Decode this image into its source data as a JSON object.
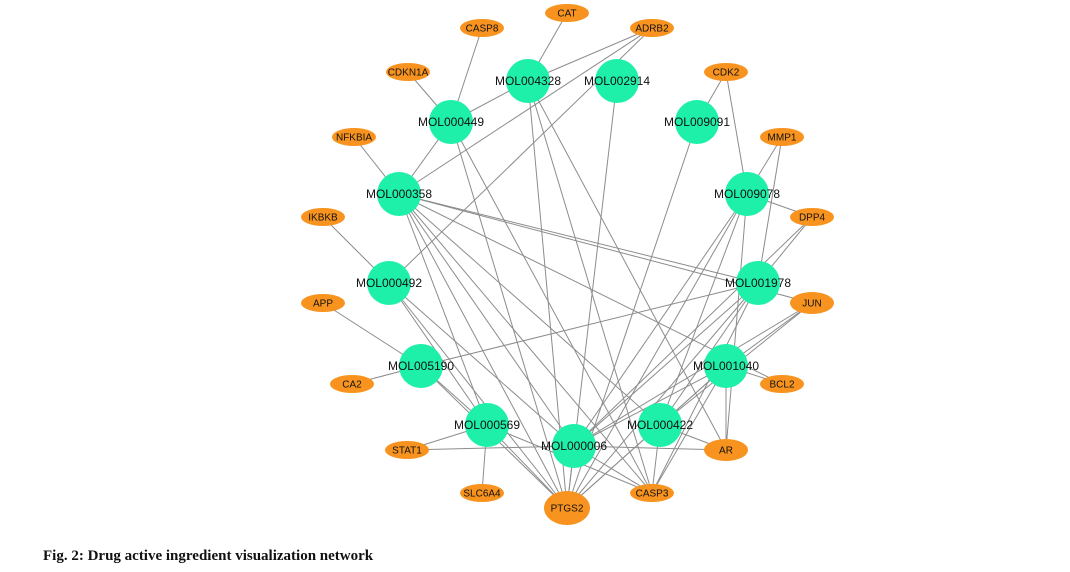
{
  "caption": "Fig. 2: Drug active ingredient visualization network",
  "colors": {
    "ingredient_node": "#1ef0aa",
    "target_node": "#f7931e",
    "edge": "#8c8c8c",
    "label": "#111111"
  },
  "ingredients": [
    "MOL004328",
    "MOL002914",
    "MOL000449",
    "MOL009091",
    "MOL000358",
    "MOL009078",
    "MOL000492",
    "MOL001978",
    "MOL005190",
    "MOL001040",
    "MOL000569",
    "MOL000422",
    "MOL000006"
  ],
  "targets": [
    "CAT",
    "CASP8",
    "ADRB2",
    "CDKN1A",
    "CDK2",
    "NFKBIA",
    "MMP1",
    "IKBKB",
    "DPP4",
    "APP",
    "JUN",
    "CA2",
    "BCL2",
    "STAT1",
    "AR",
    "SLC6A4",
    "CASP3",
    "PTGS2"
  ],
  "edges": [
    [
      "MOL004328",
      "CAT"
    ],
    [
      "MOL004328",
      "ADRB2"
    ],
    [
      "MOL004328",
      "PTGS2"
    ],
    [
      "MOL004328",
      "AR"
    ],
    [
      "MOL004328",
      "CASP3"
    ],
    [
      "MOL004328",
      "MOL000449"
    ],
    [
      "MOL000449",
      "CASP8"
    ],
    [
      "MOL000449",
      "CDKN1A"
    ],
    [
      "MOL000449",
      "PTGS2"
    ],
    [
      "MOL000449",
      "CASP3"
    ],
    [
      "MOL000449",
      "MOL000358"
    ],
    [
      "MOL002914",
      "PTGS2"
    ],
    [
      "MOL009091",
      "CDK2"
    ],
    [
      "MOL009091",
      "PTGS2"
    ],
    [
      "MOL000358",
      "NFKBIA"
    ],
    [
      "MOL000358",
      "ADRB2"
    ],
    [
      "MOL000358",
      "PTGS2"
    ],
    [
      "MOL000358",
      "MOL001978"
    ],
    [
      "MOL000358",
      "JUN"
    ],
    [
      "MOL000358",
      "BCL2"
    ],
    [
      "MOL000358",
      "CASP3"
    ],
    [
      "MOL000358",
      "MOL000422"
    ],
    [
      "MOL000358",
      "MOL000569"
    ],
    [
      "MOL000358",
      "MOL000006"
    ],
    [
      "MOL009078",
      "CDK2"
    ],
    [
      "MOL009078",
      "MMP1"
    ],
    [
      "MOL009078",
      "DPP4"
    ],
    [
      "MOL009078",
      "PTGS2"
    ],
    [
      "MOL009078",
      "AR"
    ],
    [
      "MOL009078",
      "MOL000422"
    ],
    [
      "MOL009078",
      "MOL000006"
    ],
    [
      "MOL000492",
      "IKBKB"
    ],
    [
      "MOL000492",
      "PTGS2"
    ],
    [
      "MOL000492",
      "MOL000569"
    ],
    [
      "MOL000492",
      "MOL000006"
    ],
    [
      "MOL000492",
      "ADRB2"
    ],
    [
      "MOL001978",
      "MMP1"
    ],
    [
      "MOL001978",
      "DPP4"
    ],
    [
      "MOL001978",
      "PTGS2"
    ],
    [
      "MOL001978",
      "MOL005190"
    ],
    [
      "MOL001978",
      "CASP3"
    ],
    [
      "MOL001978",
      "MOL000006"
    ],
    [
      "MOL001978",
      "MOL000422"
    ],
    [
      "MOL005190",
      "APP"
    ],
    [
      "MOL005190",
      "CA2"
    ],
    [
      "MOL005190",
      "PTGS2"
    ],
    [
      "MOL005190",
      "MOL000569"
    ],
    [
      "MOL001040",
      "JUN"
    ],
    [
      "MOL001040",
      "BCL2"
    ],
    [
      "MOL001040",
      "PTGS2"
    ],
    [
      "MOL001040",
      "AR"
    ],
    [
      "MOL001040",
      "MOL000006"
    ],
    [
      "MOL001040",
      "MOL000422"
    ],
    [
      "MOL001040",
      "CASP3"
    ],
    [
      "MOL000569",
      "STAT1"
    ],
    [
      "MOL000569",
      "SLC6A4"
    ],
    [
      "MOL000569",
      "PTGS2"
    ],
    [
      "MOL000569",
      "CASP3"
    ],
    [
      "MOL000422",
      "PTGS2"
    ],
    [
      "MOL000422",
      "AR"
    ],
    [
      "MOL000422",
      "CASP3"
    ],
    [
      "MOL000422",
      "JUN"
    ],
    [
      "MOL000006",
      "PTGS2"
    ],
    [
      "MOL000006",
      "AR"
    ],
    [
      "MOL000006",
      "CASP3"
    ],
    [
      "MOL000006",
      "JUN"
    ],
    [
      "MOL000006",
      "STAT1"
    ],
    [
      "MOL000006",
      "DPP4"
    ]
  ]
}
